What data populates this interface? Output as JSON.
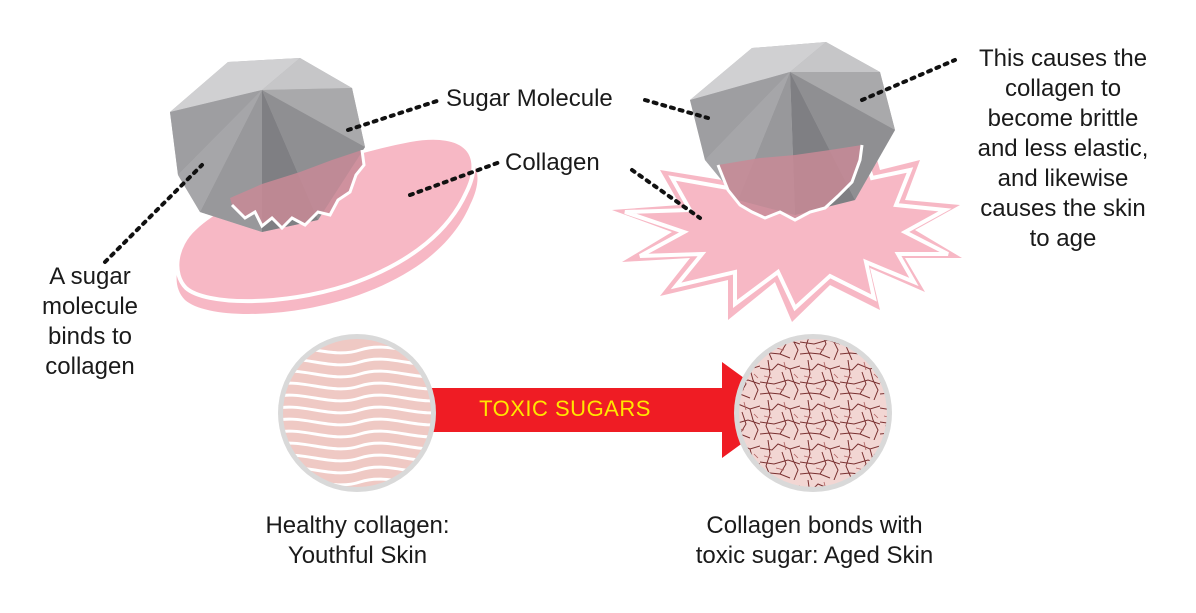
{
  "labels": {
    "sugar_molecule": "Sugar Molecule",
    "collagen": "Collagen",
    "binds": [
      "A sugar",
      "molecule",
      "binds to",
      "collagen"
    ],
    "causes": [
      "This causes the",
      "collagen to",
      "become brittle",
      "and less elastic,",
      "and likewise",
      "causes the skin",
      "to age"
    ],
    "arrow": "TOXIC SUGARS",
    "healthy": [
      "Healthy collagen:",
      "Youthful Skin"
    ],
    "aged": [
      "Collagen bonds with",
      "toxic sugar: Aged Skin"
    ]
  },
  "colors": {
    "collagen_pink": "#f7b8c5",
    "molecule_gray": "#b4b4b6",
    "arrow_red": "#ef1c24",
    "arrow_text": "#ffe600"
  }
}
